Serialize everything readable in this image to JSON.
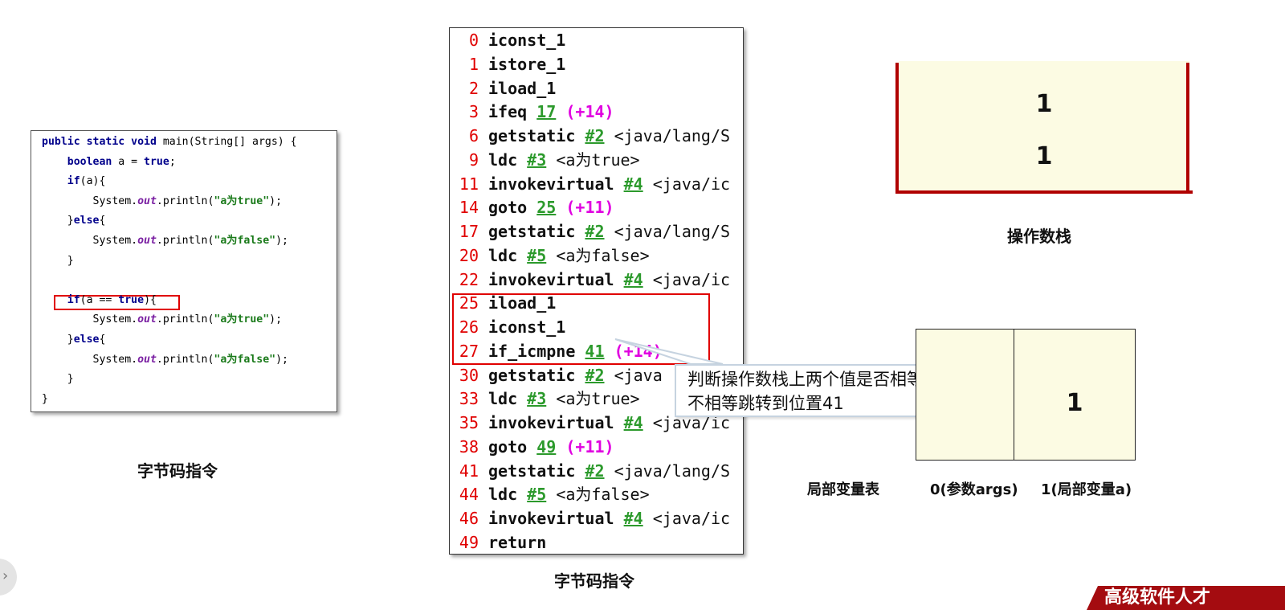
{
  "source_code": {
    "lines": [
      [
        {
          "t": "public static void ",
          "k": "kw"
        },
        {
          "t": "main(String[] args) {",
          "k": ""
        }
      ],
      [
        {
          "t": "    ",
          "k": ""
        },
        {
          "t": "boolean",
          "k": "kw"
        },
        {
          "t": " a = ",
          "k": ""
        },
        {
          "t": "true",
          "k": "kw"
        },
        {
          "t": ";",
          "k": ""
        }
      ],
      [
        {
          "t": "    ",
          "k": ""
        },
        {
          "t": "if",
          "k": "kw"
        },
        {
          "t": "(a){",
          "k": ""
        }
      ],
      [
        {
          "t": "        System.",
          "k": ""
        },
        {
          "t": "out",
          "k": "fld"
        },
        {
          "t": ".println(",
          "k": ""
        },
        {
          "t": "\"a为true\"",
          "k": "str"
        },
        {
          "t": ");",
          "k": ""
        }
      ],
      [
        {
          "t": "    }",
          "k": ""
        },
        {
          "t": "else",
          "k": "kw"
        },
        {
          "t": "{",
          "k": ""
        }
      ],
      [
        {
          "t": "        System.",
          "k": ""
        },
        {
          "t": "out",
          "k": "fld"
        },
        {
          "t": ".println(",
          "k": ""
        },
        {
          "t": "\"a为false\"",
          "k": "str"
        },
        {
          "t": ");",
          "k": ""
        }
      ],
      [
        {
          "t": "    }",
          "k": ""
        }
      ],
      [],
      [
        {
          "t": "    ",
          "k": ""
        },
        {
          "t": "if",
          "k": "kw"
        },
        {
          "t": "(a == ",
          "k": ""
        },
        {
          "t": "true",
          "k": "kw"
        },
        {
          "t": "){",
          "k": ""
        }
      ],
      [
        {
          "t": "        System.",
          "k": ""
        },
        {
          "t": "out",
          "k": "fld"
        },
        {
          "t": ".println(",
          "k": ""
        },
        {
          "t": "\"a为true\"",
          "k": "str"
        },
        {
          "t": ");",
          "k": ""
        }
      ],
      [
        {
          "t": "    }",
          "k": ""
        },
        {
          "t": "else",
          "k": "kw"
        },
        {
          "t": "{",
          "k": ""
        }
      ],
      [
        {
          "t": "        System.",
          "k": ""
        },
        {
          "t": "out",
          "k": "fld"
        },
        {
          "t": ".println(",
          "k": ""
        },
        {
          "t": "\"a为false\"",
          "k": "str"
        },
        {
          "t": ");",
          "k": ""
        }
      ],
      [
        {
          "t": "    }",
          "k": ""
        }
      ],
      [
        {
          "t": "}",
          "k": ""
        }
      ]
    ],
    "caption": "字节码指令"
  },
  "bytecode": {
    "instructions": [
      {
        "idx": "0",
        "op": "iconst_1"
      },
      {
        "idx": "1",
        "op": "istore_1"
      },
      {
        "idx": "2",
        "op": "iload_1"
      },
      {
        "idx": "3",
        "op": "ifeq",
        "ref": "17",
        "off": "(+14)"
      },
      {
        "idx": "6",
        "op": "getstatic",
        "ref": "#2",
        "cmt": "<java/lang/S"
      },
      {
        "idx": "9",
        "op": "ldc",
        "ref": "#3",
        "cmt": "<a为true>"
      },
      {
        "idx": "11",
        "op": "invokevirtual",
        "ref": "#4",
        "cmt": "<java/ic"
      },
      {
        "idx": "14",
        "op": "goto",
        "ref": "25",
        "off": "(+11)"
      },
      {
        "idx": "17",
        "op": "getstatic",
        "ref": "#2",
        "cmt": "<java/lang/S"
      },
      {
        "idx": "20",
        "op": "ldc",
        "ref": "#5",
        "cmt": "<a为false>"
      },
      {
        "idx": "22",
        "op": "invokevirtual",
        "ref": "#4",
        "cmt": "<java/ic"
      },
      {
        "idx": "25",
        "op": "iload_1"
      },
      {
        "idx": "26",
        "op": "iconst_1"
      },
      {
        "idx": "27",
        "op": "if_icmpne",
        "ref": "41",
        "off": "(+14)"
      },
      {
        "idx": "30",
        "op": "getstatic",
        "ref": "#2",
        "cmt": "<java"
      },
      {
        "idx": "33",
        "op": "ldc",
        "ref": "#3",
        "cmt": "<a为true>"
      },
      {
        "idx": "35",
        "op": "invokevirtual",
        "ref": "#4",
        "cmt": "<java/ic"
      },
      {
        "idx": "38",
        "op": "goto",
        "ref": "49",
        "off": "(+11)"
      },
      {
        "idx": "41",
        "op": "getstatic",
        "ref": "#2",
        "cmt": "<java/lang/S"
      },
      {
        "idx": "44",
        "op": "ldc",
        "ref": "#5",
        "cmt": "<a为false>"
      },
      {
        "idx": "46",
        "op": "invokevirtual",
        "ref": "#4",
        "cmt": "<java/ic"
      },
      {
        "idx": "49",
        "op": "return"
      }
    ],
    "caption": "字节码指令"
  },
  "callout": {
    "line1": "判断操作数栈上两个值是否相等",
    "line2": "不相等跳转到位置41"
  },
  "operand_stack": {
    "values": [
      "1",
      "1"
    ],
    "caption": "操作数栈"
  },
  "local_vars": {
    "values": [
      "",
      "1"
    ],
    "caption": "局部变量表",
    "slot_labels": [
      "0(参数args)",
      "1(局部变量a)"
    ]
  },
  "brand": {
    "text": "高级软件人才"
  },
  "colors": {
    "highlight": "#e00000",
    "stack_wall": "#b00000",
    "cell_fill": "#fcfbe3",
    "brand": "#a40c10"
  }
}
